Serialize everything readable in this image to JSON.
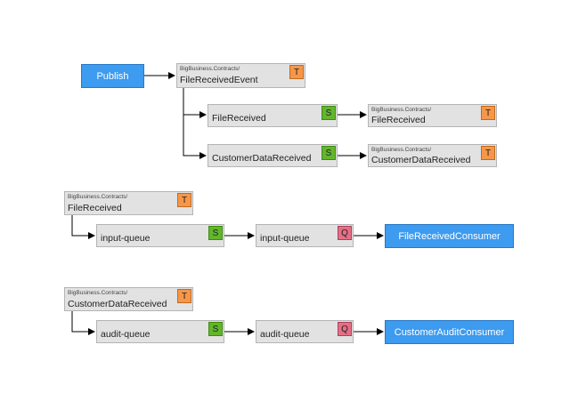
{
  "publish": {
    "label": "Publish"
  },
  "event_topic": {
    "namespace": "BigBusiness.Contracts/",
    "name": "FileReceivedEvent",
    "badge": "T"
  },
  "subscriptions": [
    {
      "name": "FileReceived",
      "badge": "S",
      "target": {
        "namespace": "BigBusiness.Contracts/",
        "name": "FileReceived",
        "badge": "T"
      }
    },
    {
      "name": "CustomerDataReceived",
      "badge": "S",
      "target": {
        "namespace": "BigBusiness.Contracts/",
        "name": "CustomerDataReceived",
        "badge": "T"
      }
    }
  ],
  "flows": [
    {
      "topic": {
        "namespace": "BigBusiness.Contracts/",
        "name": "FileReceived",
        "badge": "T"
      },
      "subscription": {
        "name": "input-queue",
        "badge": "S"
      },
      "queue": {
        "name": "input-queue",
        "badge": "Q"
      },
      "consumer": {
        "name": "FileReceivedConsumer"
      }
    },
    {
      "topic": {
        "namespace": "BigBusiness.Contracts/",
        "name": "CustomerDataReceived",
        "badge": "T"
      },
      "subscription": {
        "name": "audit-queue",
        "badge": "S"
      },
      "queue": {
        "name": "audit-queue",
        "badge": "Q"
      },
      "consumer": {
        "name": "CustomerAuditConsumer"
      }
    }
  ],
  "colors": {
    "node": "#e2e2e2",
    "consumer": "#3d9bf0",
    "topic_badge": "#f5974a",
    "subscription_badge": "#62b62d",
    "queue_badge": "#e46f86"
  }
}
